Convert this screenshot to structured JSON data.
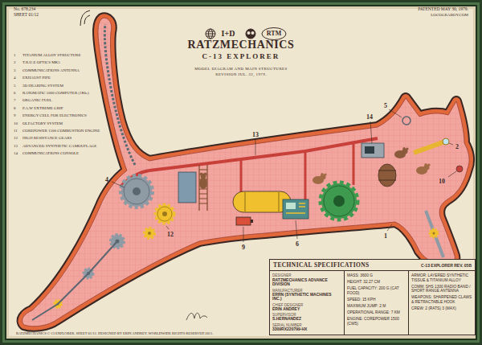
{
  "diagram": {
    "title": "RATZMECHANICS",
    "nodes": [
      {
        "text": [
          "TECHNICAL SPECIFICATIONS",
          "C-13 EXPLORER REV. 05B",
          "DESIGNER",
          "RATZMECHANICS ADVANCE DIVISION",
          "MANUFACTURER",
          "ERRN (SYNTHETIC MACHINES INC.)",
          "CHIEF DESIGNER",
          "ERIN ANDREY",
          "SUPERVISOR",
          "S.HERNANDEZ",
          "SERIAL NUMBER",
          "3309RX220799-HX",
          "MASS: 3600 G",
          "HEIGHT: 32.27 CM",
          "FUEL CAPACITY: 200 G (CAT FOOD)",
          "SPEED: 15 KPH",
          "MAXIMUM JUMP: 2 M",
          "OPERATIONAL RANGE: 7 KM",
          "ENGINE: COREPOWER 1500 (CW5)",
          "ARMOR: LAYERED SYNTHETIC TISSUE & TITANIUM ALLOY",
          "COMM: SHS 1300 RADIO BAND / SHORT RANGE ANTENNA",
          "WEAPONS: SHARPENED CLAWS & RETRACTABLE HOOK",
          "CREW: 2 (RATS) 3 (MAX)"
        ]
      }
    ],
    "labels": [
      "No. 678.234",
      "SHEET 01/12",
      "PATENTED MAY 30, 1979.",
      "LOCOGRABOY.COM",
      "I+D",
      "RTM",
      "C-13 EXPLORER",
      "MODEL DIAGRAM AND MAIN STRUCTURES",
      "REVISION JUL. 22, 1979.",
      "1",
      "TITANIUM ALLOY STRUCTURE",
      "2",
      "T.R.U.E OPTICS MK5",
      "3",
      "COMMUNICATIONS ANTENNA",
      "4",
      "EXHAUST PIPE",
      "5",
      "3D HEARING SYSTEM",
      "6",
      "RATOMATIC 5000 COMPUTER (1Kb.)",
      "7",
      "ORGANIC FUEL",
      "8",
      "P.A.W EXTREME GRIP",
      "9",
      "ENERGY CELL FOR ELECTRONICS",
      "10",
      "OLFACTORY SYSTEM",
      "11",
      "COREPOWER 1500 COMBUSTION ENGINE",
      "12",
      "HIGH RESISTANCE GEARS",
      "13",
      "ADVANCED SYNTHETIC CAMOUFLAGE",
      "14",
      "COMMUNICATIONS CONSOLE",
      "4",
      "12",
      "9",
      "13",
      "6",
      "1",
      "14",
      "5",
      "2",
      "10",
      "RATZMECHANICS C-13 EXPLORER. SHEET 01/12. DESIGNED BY ERIN ANDREY. WORLDWIDE RIGHTS RESERVED 2011."
    ]
  }
}
